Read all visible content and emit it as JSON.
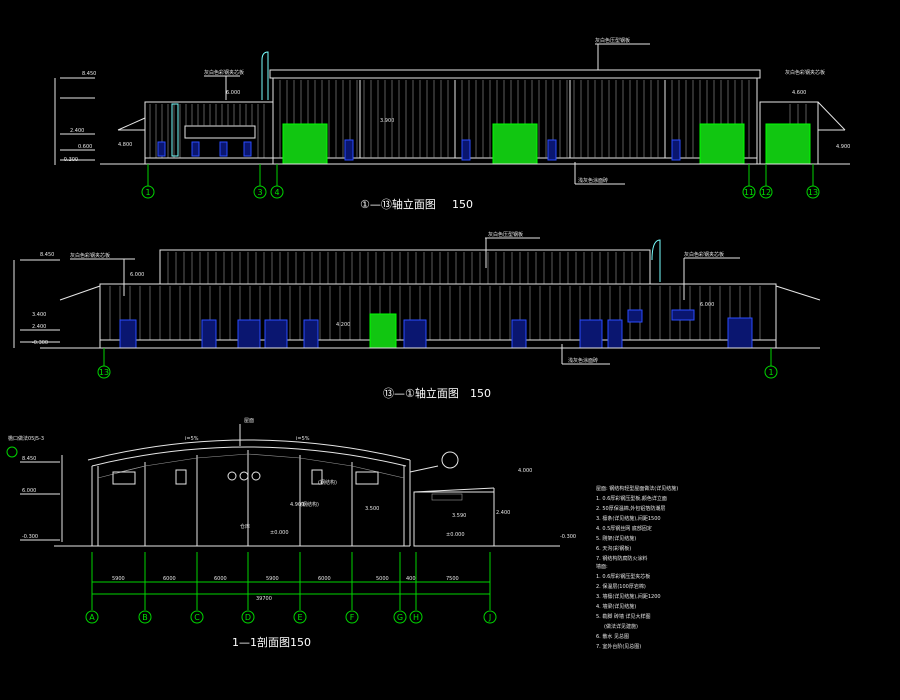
{
  "elevation_top": {
    "title": "①—⑬轴立面图",
    "scale": "150",
    "grid_bubbles": [
      "1",
      "3",
      "4",
      "11",
      "12",
      "13"
    ],
    "labels": {
      "roof_panel": "灰白色压型钢板",
      "wall_panel_left": "灰白色彩钢夹芯板",
      "wall_panel_right": "灰白色彩钢夹芯板",
      "plinth": "浅灰色涂面砖"
    },
    "levels": [
      "8.450",
      "6.000",
      "4.800",
      "3.900",
      "2.400",
      "0.600",
      "-0.300",
      "4.900",
      "4.600"
    ]
  },
  "elevation_mid": {
    "title": "⑬—①轴立面图",
    "scale": "150",
    "grid_bubbles": [
      "13",
      "1"
    ],
    "labels": {
      "roof_panel": "灰白色压型钢板",
      "wall_panel_left": "灰白色彩钢夹芯板",
      "wall_panel_right": "灰白色彩钢夹芯板",
      "plinth": "浅灰色涂面砖"
    },
    "levels": [
      "8.450",
      "6.000",
      "3.400",
      "2.400",
      "-0.300",
      "6.000",
      "4.200"
    ]
  },
  "section": {
    "title": "1—1剖面图",
    "scale": "150",
    "grid_bubbles": [
      "A",
      "B",
      "C",
      "D",
      "E",
      "F",
      "G",
      "H",
      "J"
    ],
    "spans": [
      "5900",
      "6000",
      "6000",
      "5900",
      "6000",
      "5000",
      "400",
      "7500"
    ],
    "total": "39700",
    "labels": {
      "ridge": "屋面",
      "slope_left": "i=5%",
      "slope_right": "i=5%",
      "eave_detail": "檐口做法05J5-3",
      "room": "仓库",
      "bracket_a": "(钢结构)",
      "bracket_b": "(钢结构)"
    },
    "levels": [
      "8.450",
      "6.000",
      "4.900",
      "3.500",
      "2.400",
      "3.590",
      "±0.000",
      "-0.300",
      "-0.300",
      "4.000"
    ]
  },
  "notes": {
    "head1": "屋面: 钢结构轻型屋面做法(详见结施)",
    "list1": [
      "1. 0.6厚彩钢压型板,颜色详立面",
      "2. 50厚保温棉,外包铝箔防潮层",
      "3. 檩条(详见结施),间距1500",
      "4. 0.5厚钢丝网 底部固定",
      "5. 刚架(详见结施)",
      "6. 天沟(彩钢板)",
      "7. 钢结构防腐防火涂料"
    ],
    "head2": "墙面:",
    "list2": [
      "1. 0.6厚彩钢压型夹芯板",
      "2. 保温层(100厚岩棉)",
      "3. 墙檩(详见结施),间距1200",
      "4. 墙梁(详见结施)",
      "5. 勒脚 砖墙 详见大样图",
      "(做法详见建施)",
      "6. 散水 见总图",
      "7. 室外台阶(见总图)"
    ]
  }
}
